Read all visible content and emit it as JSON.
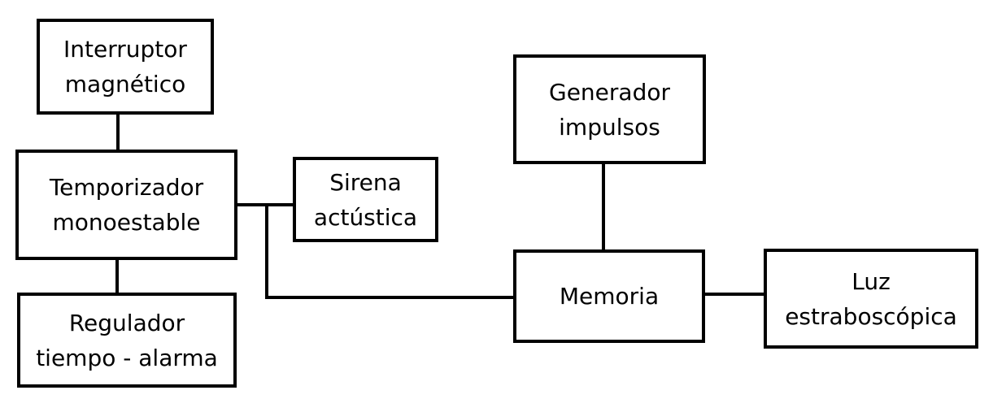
{
  "diagram": {
    "blocks": {
      "interruptor": {
        "line1": "Interruptor",
        "line2": "magnético"
      },
      "temporizador": {
        "line1": "Temporizador",
        "line2": "monoestable"
      },
      "regulador": {
        "line1": "Regulador",
        "line2": "tiempo - alarma"
      },
      "sirena": {
        "line1": "Sirena",
        "line2": "actústica"
      },
      "generador": {
        "line1": "Generador",
        "line2": "impulsos"
      },
      "memoria": {
        "line1": "Memoria"
      },
      "luz": {
        "line1": "Luz",
        "line2": "estraboscópica"
      }
    },
    "line_color": "#000000",
    "box_border_color": "#000000",
    "background_color": "#ffffff"
  }
}
